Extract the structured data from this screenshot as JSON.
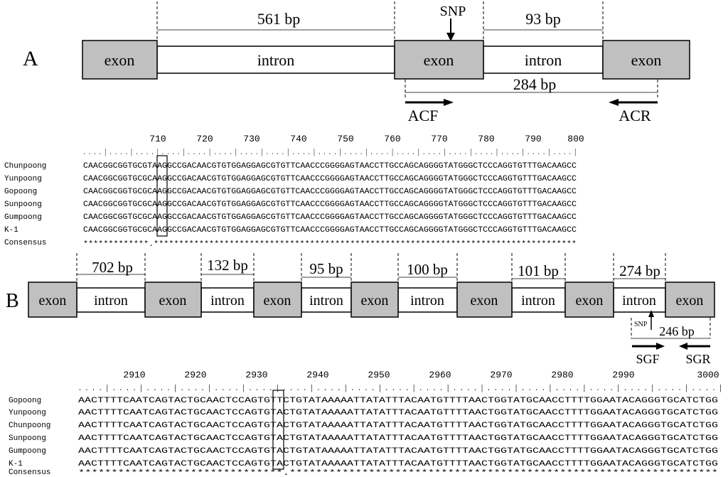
{
  "panelA": {
    "label": "A",
    "exons": [
      "exon",
      "exon",
      "exon"
    ],
    "introns": [
      "intron",
      "intron"
    ],
    "intron_lengths": [
      "561 bp",
      "93 bp"
    ],
    "snp_label": "SNP",
    "amplicon_length": "284 bp",
    "forward_primer": "ACF",
    "reverse_primer": "ACR"
  },
  "alignmentA": {
    "ruler": [
      "710",
      "720",
      "730",
      "740",
      "750",
      "760",
      "770",
      "780",
      "790",
      "800"
    ],
    "ruler_dots": ". . . . | . . . . | . . . . | . . . . | . . . . | . . . . | . . . . | . . . . | . . . . | . . . . | . . . . | . . . . | . . . . | . . . . | . . . . | . . . . | . . . . | . . . . | . . . . |",
    "rows": [
      {
        "name": "Chunpoong",
        "seq": "CAACGGCGGTGCGTAAGGCCGACAACGTGTGGAGGAGCGTGTTCAACCCGGGGAGTAACCTTGCCAGCAGGGGTATGGGCTCCCAGGTGTTTGACAAGCC"
      },
      {
        "name": "Yunpoong",
        "seq": "CAACGGCGGTGCGCAAGGCCGACAACGTGTGGAGGAGCGTGTTCAACCCGGGGAGTAACCTTGCCAGCAGGGGTATGGGCTCCCAGGTGTTTGACAAGCC"
      },
      {
        "name": "Gopoong",
        "seq": "CAACGGCGGTGCGCAAGGCCGACAACGTGTGGAGGAGCGTGTTCAACCCGGGGAGTAACCTTGCCAGCAGGGGTATGGGCTCCCAGGTGTTTGACAAGCC"
      },
      {
        "name": "Sunpoong",
        "seq": "CAACGGCGGTGCGCAAGGCCGACAACGTGTGGAGGAGCGTGTTCAACCCGGGGAGTAACCTTGCCAGCAGGGGTATGGGCTCCCAGGTGTTTGACAAGCC"
      },
      {
        "name": "Gumpoong",
        "seq": "CAACGGCGGTGCGCAAGGCCGACAACGTGTGGAGGAGCGTGTTCAACCCGGGGAGTAACCTTGCCAGCAGGGGTATGGGCTCCCAGGTGTTTGACAAGCC"
      },
      {
        "name": "K-1",
        "seq": "CAACGGCGGTGCGCAAGGCCGACAACGTGTGGAGGAGCGTGTTCAACCCGGGGAGTAACCTTGCCAGCAGGGGTATGGGCTCCCAGGTGTTTGACAAGCC"
      }
    ],
    "consensus_name": "Consensus",
    "consensus": "*************.************************************************************************************"
  },
  "panelB": {
    "label": "B",
    "exons": [
      "exon",
      "exon",
      "exon",
      "exon",
      "exon",
      "exon",
      "exon"
    ],
    "introns": [
      "intron",
      "intron",
      "intron",
      "intron",
      "intron",
      "intron"
    ],
    "intron_lengths": [
      "702 bp",
      "132 bp",
      "95 bp",
      "100 bp",
      "101 bp",
      "274 bp"
    ],
    "snp_label": "SNP",
    "amplicon_length": "246 bp",
    "forward_primer": "SGF",
    "reverse_primer": "SGR"
  },
  "alignmentB": {
    "ruler": [
      "2910",
      "2920",
      "2930",
      "2940",
      "2950",
      "2960",
      "2970",
      "2980",
      "2990",
      "3000"
    ],
    "ruler_dots": ". . . . | . . . . | . . . . | . . . . | . . . . | . . . . | . . . . | . . . . | . . . . | . . . . | . . . . | . . . . | . . . . | . . . . | . . . . | . . . . | . . . . | . . . . | . . . . |",
    "rows": [
      {
        "name": "Gopoong",
        "seq": "AACTTTTCAATCAGTACTGCAACTCCAGTGTTCTGTATAAAAATTATATTTACAATGTTTTAACTGGTATGCAACCTTTTGGAATACAGGGTGCATCTGG"
      },
      {
        "name": "Yunpoong",
        "seq": "AACTTTTCAATCAGTACTGCAACTCCAGTGTACTGTATAAAAATTATATTTACAATGTTTTAACTGGTATGCAACCTTTTGGAATACAGGGTGCATCTGG"
      },
      {
        "name": "Chunpoong",
        "seq": "AACTTTTCAATCAGTACTGCAACTCCAGTGTACTGTATAAAAATTATATTTACAATGTTTTAACTGGTATGCAACCTTTTGGAATACAGGGTGCATCTGG"
      },
      {
        "name": "Sunpoong",
        "seq": "AACTTTTCAATCAGTACTGCAACTCCAGTGTACTGTATAAAAATTATATTTACAATGTTTTAACTGGTATGCAACCTTTTGGAATACAGGGTGCATCTGG"
      },
      {
        "name": "Gumpoong",
        "seq": "AACTTTTCAATCAGTACTGCAACTCCAGTGTACTGTATAAAAATTATATTTACAATGTTTTAACTGGTATGCAACCTTTTGGAATACAGGGTGCATCTGG"
      },
      {
        "name": "K-1",
        "seq": "AACTTTTCAATCAGTACTGCAACTCCAGTGTACTGTATAAAAATTATATTTACAATGTTTTAACTGGTATGCAACCTTTTGGAATACAGGGTGCATCTGG"
      }
    ],
    "consensus_name": "Consensus",
    "consensus": "*******************************.*****************************************************************"
  },
  "colors": {
    "exon_fill": "#c0c0c0",
    "stroke": "#000000",
    "dashed": "#000000"
  }
}
